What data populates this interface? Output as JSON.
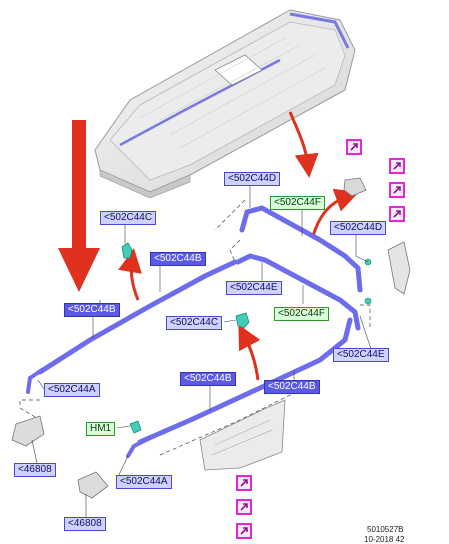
{
  "diagram": {
    "labels": {
      "c44d_top": "<502C44D",
      "c44f_top": "<502C44F",
      "c44c_top": "<502C44C",
      "c44d_right": "<502C44D",
      "c44b_mid": "<502C44B",
      "c44e_mid": "<502C44E",
      "c44b_left": "<502C44B",
      "c44c_mid": "<502C44C",
      "c44f_mid": "<502C44F",
      "c44e_right": "<502C44E",
      "c44a_upper": "<502C44A",
      "c44b_low1": "<502C44B",
      "c44b_low2": "<502C44B",
      "hm1": "HM1",
      "n46808_a": "<46808",
      "c44a_lower": "<502C44A",
      "n46808_b": "<46808"
    },
    "footer": {
      "code": "5010527B",
      "date": "10-2018 42"
    },
    "colors": {
      "part_blue": "#6c6cec",
      "arrow_red": "#e0301e",
      "callout_pink": "#e02ad8"
    },
    "icons": [
      "arrow-down-big",
      "curved-arrow",
      "clip-part",
      "bracket-part",
      "link-pink-icon"
    ]
  }
}
